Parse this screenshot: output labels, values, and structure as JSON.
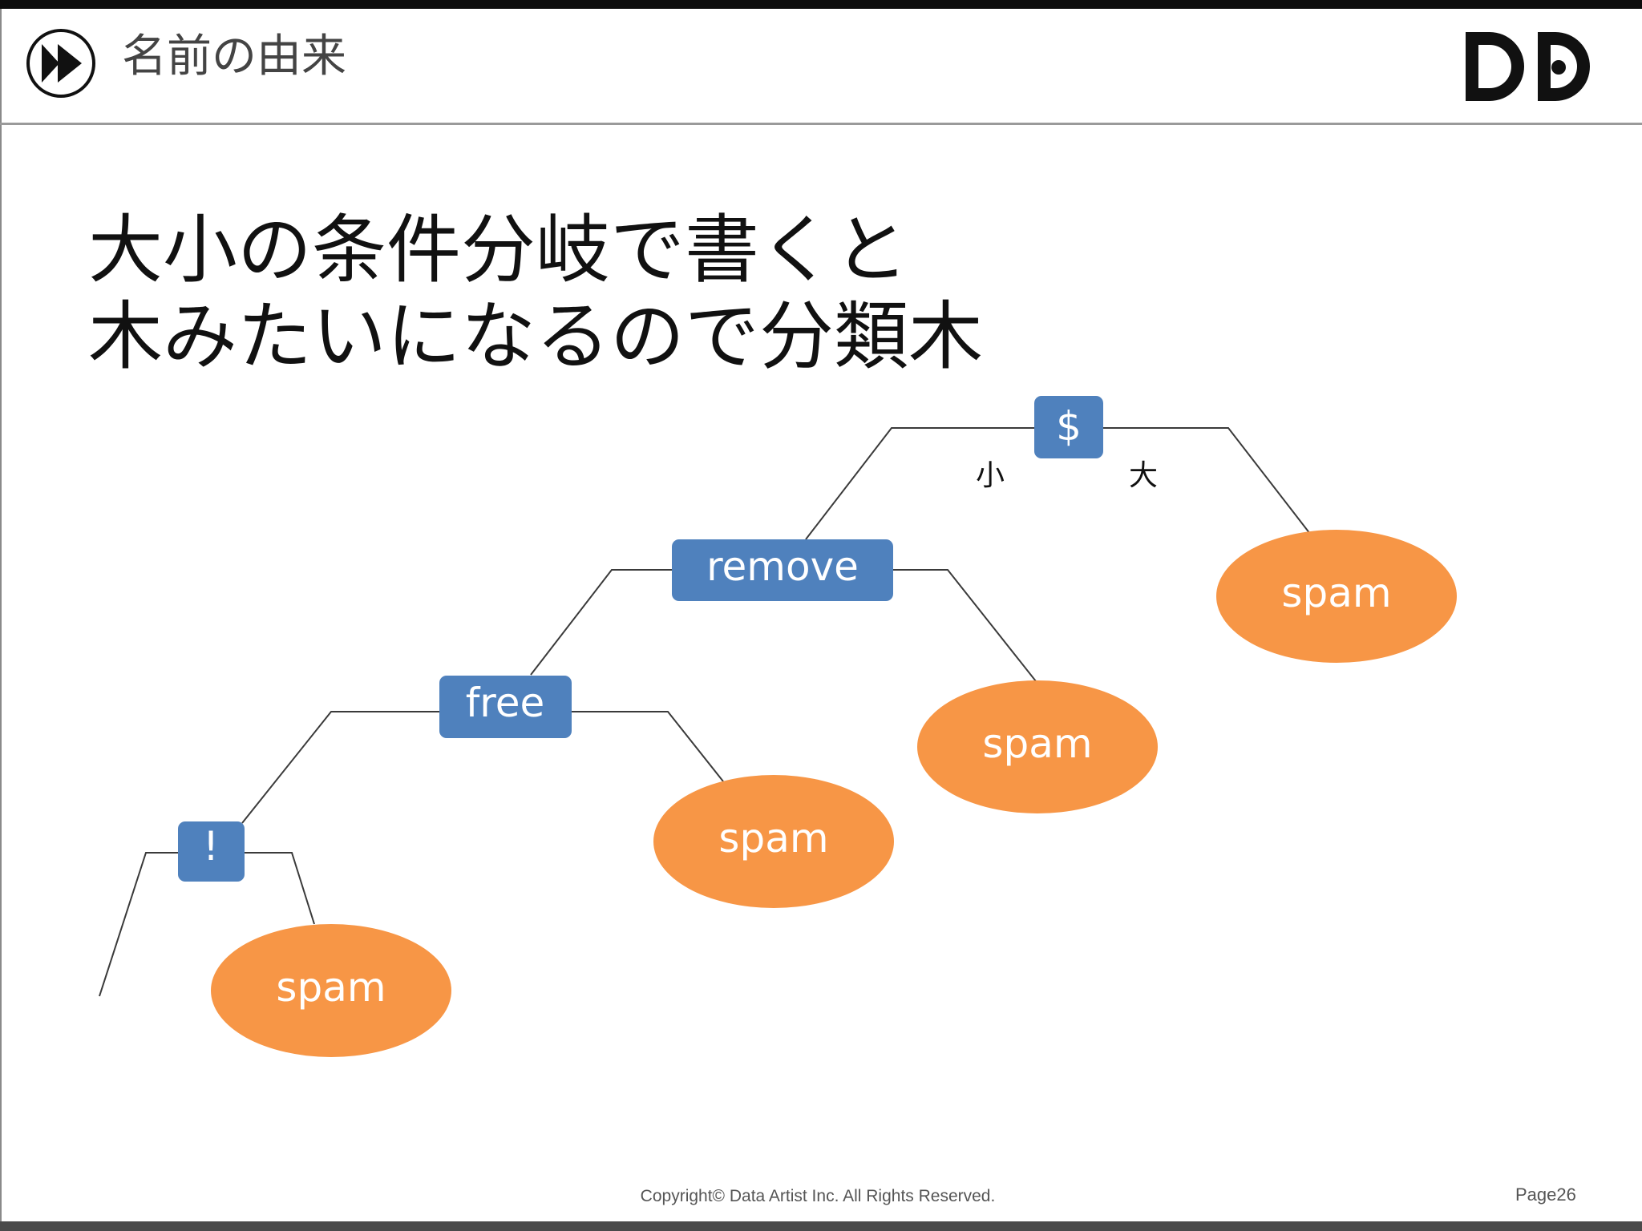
{
  "header": {
    "section_title": "名前の由来",
    "logo_text": "DP"
  },
  "slide": {
    "headline_lines": [
      "大小の条件分岐で書くと",
      "木みたいになるので分類木"
    ]
  },
  "tree": {
    "decision_nodes": [
      "$",
      "remove",
      "free",
      "!"
    ],
    "branch_labels": {
      "small": "小",
      "large": "大"
    },
    "leaves": [
      "spam",
      "spam",
      "spam",
      "spam"
    ]
  },
  "footer": {
    "copyright": "Copyright© Data Artist Inc.  All Rights Reserved.",
    "page": "Page26"
  },
  "colors": {
    "node_fill": "#4f81bd",
    "leaf_fill": "#f79646",
    "header_rule": "#9a9a9a"
  }
}
